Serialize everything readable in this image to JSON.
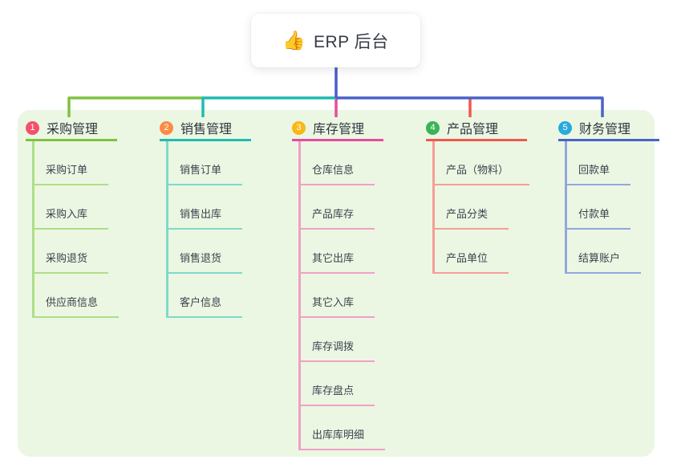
{
  "root": {
    "icon": "thumbs-up",
    "icon_glyph": "👍",
    "label": "ERP 后台"
  },
  "colors": {
    "panel_bg": "#ebf7e2",
    "root_connector": "#4d5cc8"
  },
  "branches": [
    {
      "index": "1",
      "label": "采购管理",
      "badge_color": "#f4506c",
      "line_color": "#7fc242",
      "sub_line_color": "#aede87",
      "children": [
        "采购订单",
        "采购入库",
        "采购退货",
        "供应商信息"
      ]
    },
    {
      "index": "2",
      "label": "销售管理",
      "badge_color": "#fd8a45",
      "line_color": "#1fbcae",
      "sub_line_color": "#82d8cc",
      "children": [
        "销售订单",
        "销售出库",
        "销售退货",
        "客户信息"
      ]
    },
    {
      "index": "3",
      "label": "库存管理",
      "badge_color": "#fbb713",
      "line_color": "#e84ba0",
      "sub_line_color": "#f0a0c9",
      "children": [
        "仓库信息",
        "产品库存",
        "其它出库",
        "其它入库",
        "库存调拨",
        "库存盘点",
        "出库库明细"
      ]
    },
    {
      "index": "4",
      "label": "产品管理",
      "badge_color": "#3ab456",
      "line_color": "#f2574e",
      "sub_line_color": "#f59e97",
      "children": [
        "产品（物料）",
        "产品分类",
        "产品单位"
      ]
    },
    {
      "index": "5",
      "label": "财务管理",
      "badge_color": "#29aade",
      "line_color": "#4a63c8",
      "sub_line_color": "#92a7de",
      "children": [
        "回款单",
        "付款单",
        "结算账户"
      ]
    }
  ]
}
